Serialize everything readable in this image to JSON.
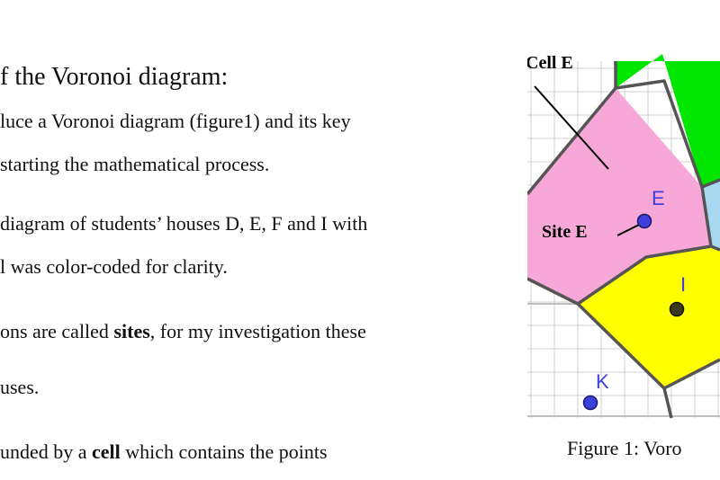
{
  "heading": "f the Voronoi diagram:",
  "paragraph1": {
    "line1": "luce a Voronoi diagram (figure1) and its key",
    "line2": " starting the mathematical process."
  },
  "paragraph2": {
    "line1": "diagram of students’ houses D, E, F and I with",
    "line2": "l was color-coded for clarity."
  },
  "paragraph3": {
    "line1_before": "ons are called ",
    "line1_bold": "sites",
    "line1_after": ", for my investigation these",
    "line2": "uses."
  },
  "paragraph4": {
    "line1_before": "unded by a ",
    "line1_bold": "cell",
    "line1_after": " which contains the points"
  },
  "figure": {
    "cell_label": "Cell E",
    "site_label": "Site E",
    "point_labels": [
      "E",
      "I",
      "K"
    ],
    "caption": "Figure 1: Voro",
    "colors": {
      "cell_e": "#f7a8d8",
      "cell_i": "#ffff00",
      "cell_top": "#00e600",
      "cell_right": "#a8d8f0",
      "edges": "#555555",
      "grid": "#d0d0d0",
      "site_blue": "#3f3fdc",
      "site_dark": "#3a3a1a",
      "label_blue": "#3f3fdc"
    }
  }
}
